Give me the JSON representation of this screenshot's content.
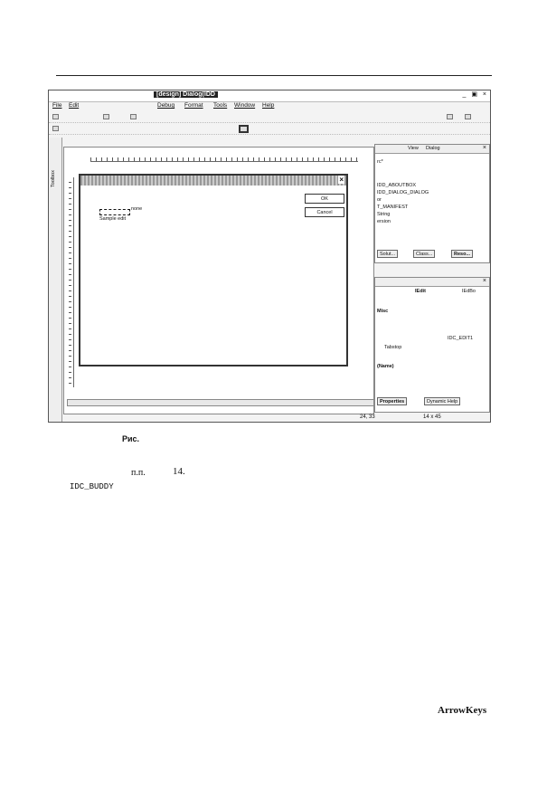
{
  "window": {
    "title": "[design] Dialog(IDD",
    "controls": "_ ▣ ×"
  },
  "menu": [
    "File",
    "Edit",
    "Debug",
    "Format",
    "Tools",
    "Window",
    "Help"
  ],
  "dialog": {
    "close": "×",
    "ok_label": "OK",
    "cancel_label": "Cancel",
    "static_label": "none",
    "edit_label": "Sample edit"
  },
  "toolbox": {
    "label": "Toolbox"
  },
  "resource_view": {
    "tabs": [
      "View",
      "Dialog"
    ],
    "items": [
      "rc*",
      "IDD_ABOUTBOX",
      "IDD_DIALOG_DIALOG",
      "or",
      "T_MANIFEST",
      "String",
      "ersion"
    ],
    "bottom_tabs": [
      "Solut...",
      "Class...",
      "Reso..."
    ]
  },
  "properties": {
    "object": "IEdit",
    "object_type": "IEdBo",
    "rows": [
      {
        "name": "Misc",
        "value": ""
      },
      {
        "name": "",
        "value": "IDC_EDIT1"
      },
      {
        "name": "Tabstop",
        "value": ""
      }
    ],
    "desc": "(Name)",
    "bottom_tabs": [
      "Properties",
      "Dynamic Help"
    ]
  },
  "status": {
    "pos": "24, 33",
    "size": "14 x 45"
  },
  "page": {
    "caption": "Рис.",
    "text1": "п.п.",
    "text2": "14.",
    "code": "IDC_BUDDY",
    "term": "ArrowKeys"
  },
  "colors": {
    "title_bg": "#222222",
    "panel_bg": "#f3f3f3"
  }
}
